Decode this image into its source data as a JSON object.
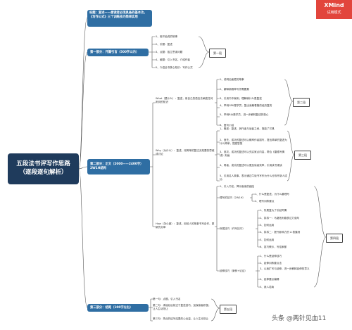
{
  "central": "五段法书评写作思路（逐段逐句解析）",
  "title_node": "标题：复述——想读者必须具备的基本功，《写作公式》三个训练技巧简单实用",
  "part1": {
    "label": "第一部分：开篇引言（500字以内）",
    "tag": "第一段",
    "items": [
      "1、用开始说的故事",
      "2、引题：复述",
      "3、点题：独立思读问题",
      "4、破题：引入书名，介绍作者",
      "5、介绍全书核心知识：写作公式"
    ]
  },
  "part2": {
    "label": "第二部分：正文（2000——2400字）2W1H结构",
    "what": {
      "label": "What（是什么）：复述，用自己的语言去阐述任何听到的知识",
      "tag": "第二段",
      "items": [
        "1、说明后面更的故事",
        "2、解释新概率写作需要素",
        "3、引用书中案例，理解稍什么是复述",
        "4、举例GPK是学员，复出我最看管的经历复的",
        "5、举例RIA是学员，进一步解释复述的核心",
        "6、复句小结"
      ]
    },
    "why": {
      "label": "Why（为什么）：复述、用简单的复达无知要的思维或讨论",
      "tag": "第三段",
      "items": [
        "1、概述：复述，其作者与读者之间、简能了它具",
        "2、首先，成功的复述可以概率作者描写，提出简单的复述为什么简单，提高智慧",
        "3、其次，成功的复述可以充实家点内容，帮合《雷德写情线》刻画",
        "4、再者，成功的复述可以更加读者效率，引用读书观读",
        "5、引用名人故事，表示通过牛读书写作为什么分拆开新人成功"
      ]
    },
    "how": {
      "label": "How（怎么做）：复述，用前人的故事书写自作、更新的文章",
      "tag": "第四段",
      "intro": "1、引入书名，揭示面读的细结",
      "groups": [
        {
          "label": "理写的技巧（2W1H）",
          "items": [
            "1、什么是复述，为什么要理写",
            "2、理写训练要点"
          ]
        },
        {
          "label": "所属技巧（作写技巧）",
          "items": [
            "1、所属复为了引起同情",
            "2、拆拆一：马路拓则路表达力强句",
            "3、如何运用",
            "4、拆拆二：提升影响力的 A 表露则",
            "5、如何运用",
            "6、技巧教示，写给家都"
          ]
        },
        {
          "label": "延伸技巧（案例+论证）",
          "items": [
            "1、什么是延伸技巧",
            "2、延伸训练要点法",
            "3、以我扩写与延伸，进一步解释延伸的意义",
            "4、延伸要点编辑",
            "5、我人若肯"
          ]
        }
      ]
    }
  },
  "part3": {
    "label": "第三部分：结尾（100字左右）",
    "tag": "第五段",
    "items": [
      "第一句：点题，引入书名",
      "第二句：承接后后前过于复述技巧，加保读者积极，让人生动坦让",
      "第三句：再点的结写结果的心出量，让人生动坦让"
    ]
  },
  "watermark": {
    "brand": "XMind",
    "sub": "试用模式"
  },
  "footer": "头条 @两针见血11"
}
